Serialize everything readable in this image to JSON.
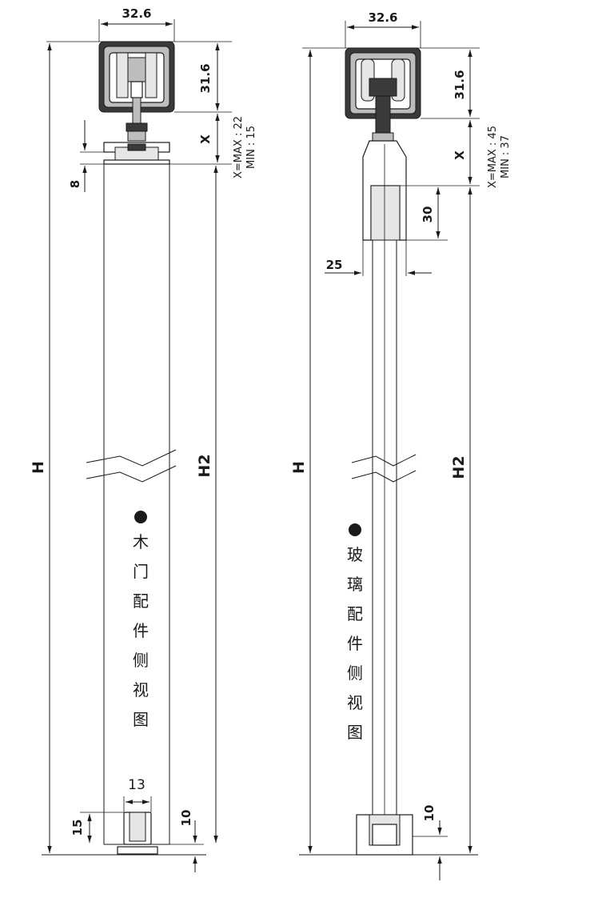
{
  "left_view": {
    "track_width": "32.6",
    "track_height": "31.6",
    "gap_x": "X",
    "x_range": [
      "X=MAX : 22",
      "MIN : 15"
    ],
    "bracket_offset": "8",
    "height": "H",
    "height2": "H2",
    "title_chars": [
      "木",
      "门",
      "配",
      "件",
      "侧",
      "视",
      "图"
    ],
    "guide_width": "13",
    "guide_height": "15",
    "floor_gap": "10"
  },
  "right_view": {
    "track_width": "32.6",
    "track_height": "31.6",
    "gap_x": "X",
    "x_range": [
      "X=MAX : 45",
      "MIN : 37"
    ],
    "clamp_depth": "30",
    "clamp_width": "25",
    "height": "H",
    "height2": "H2",
    "title_chars": [
      "玻",
      "璃",
      "配",
      "件",
      "侧",
      "视",
      "图"
    ],
    "floor_gap": "10"
  }
}
